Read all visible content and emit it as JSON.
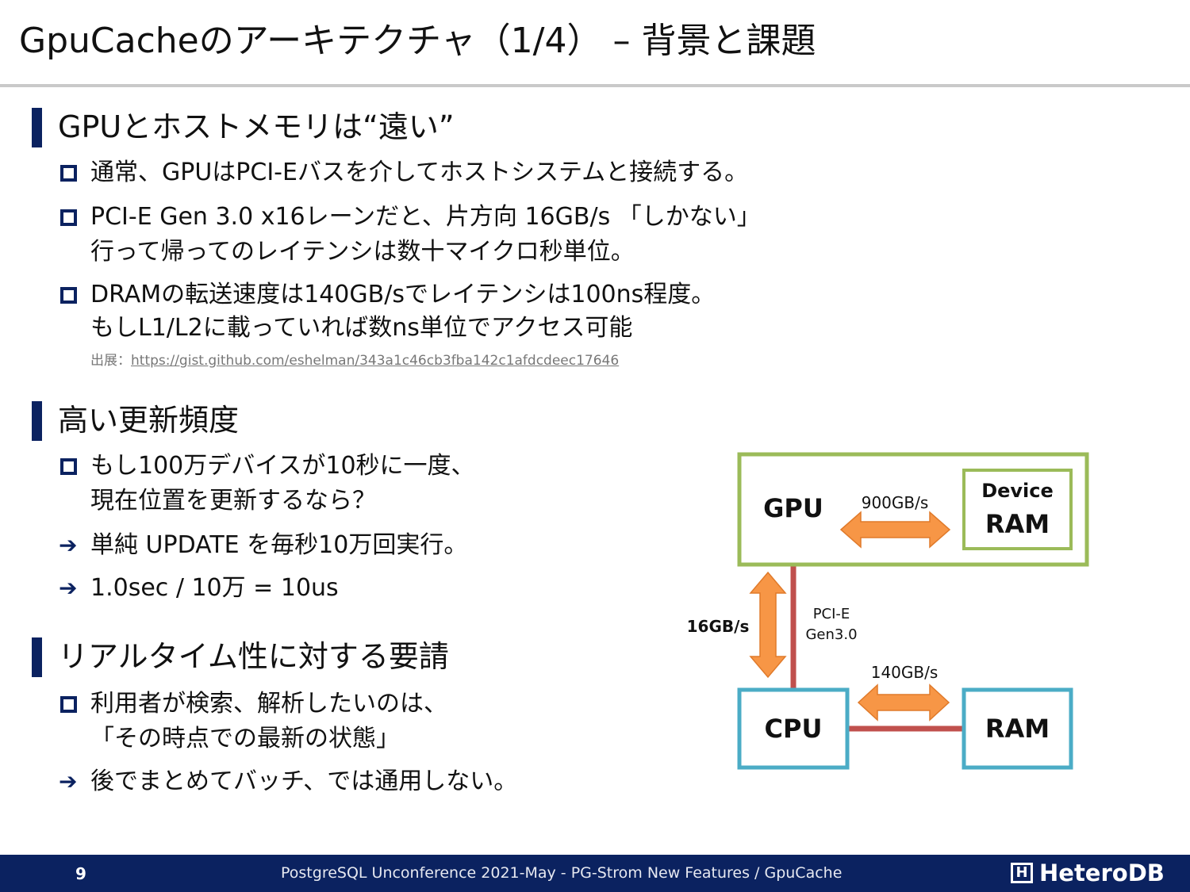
{
  "slide": {
    "title": "GpuCacheのアーキテクチャ（1/4） – 背景と課題",
    "sections": [
      {
        "heading": "GPUとホストメモリは“遠い”",
        "items": [
          {
            "marker": "square",
            "lines": [
              "通常、GPUはPCI-Eバスを介してホストシステムと接続する。"
            ]
          },
          {
            "marker": "square",
            "lines": [
              "PCI-E Gen 3.0 x16レーンだと、片方向 16GB/s 「しかない」",
              "行って帰ってのレイテンシは数十マイクロ秒単位。"
            ]
          },
          {
            "marker": "square",
            "lines": [
              "DRAMの転送速度は140GB/sでレイテンシは100ns程度。",
              "もしL1/L2に載っていれば数ns単位でアクセス可能"
            ]
          }
        ],
        "source_label": "出展：",
        "source_link": "https://gist.github.com/eshelman/343a1c46cb3fba142c1afdcdeec17646"
      },
      {
        "heading": "高い更新頻度",
        "items": [
          {
            "marker": "square",
            "lines": [
              "もし100万デバイスが10秒に一度、",
              "現在位置を更新するなら？"
            ]
          },
          {
            "marker": "arrow",
            "lines": [
              "単純 UPDATE を毎秒10万回実行。"
            ]
          },
          {
            "marker": "arrow",
            "lines": [
              "1.0sec / 10万 = 10us"
            ]
          }
        ]
      },
      {
        "heading": "リアルタイム性に対する要請",
        "items": [
          {
            "marker": "square",
            "lines": [
              "利用者が検索、解析したいのは、",
              "「その時点での最新の状態」"
            ]
          },
          {
            "marker": "arrow",
            "lines": [
              "後でまとめてバッチ、では通用しない。"
            ]
          }
        ]
      }
    ]
  },
  "diagram": {
    "gpu_label": "GPU",
    "device_ram_line1": "Device",
    "device_ram_line2": "RAM",
    "gpu_bandwidth": "900GB/s",
    "pcie_bandwidth": "16GB/s",
    "pcie_label_line1": "PCI-E",
    "pcie_label_line2": "Gen3.0",
    "dram_bandwidth": "140GB/s",
    "cpu_label": "CPU",
    "ram_label": "RAM",
    "colors": {
      "gpu_box": "#9bbb59",
      "cpu_box": "#4bacc6",
      "link": "#c0504d",
      "arrow": "#f79646"
    }
  },
  "footer": {
    "page_number": "9",
    "text": "PostgreSQL Unconference 2021-May - PG-Strom New Features / GpuCache",
    "logo_mark": "H",
    "logo_text": "HeteroDB"
  },
  "icons": {
    "square_marker": "square-bullet-icon",
    "arrow_marker": "right-arrow-icon"
  }
}
